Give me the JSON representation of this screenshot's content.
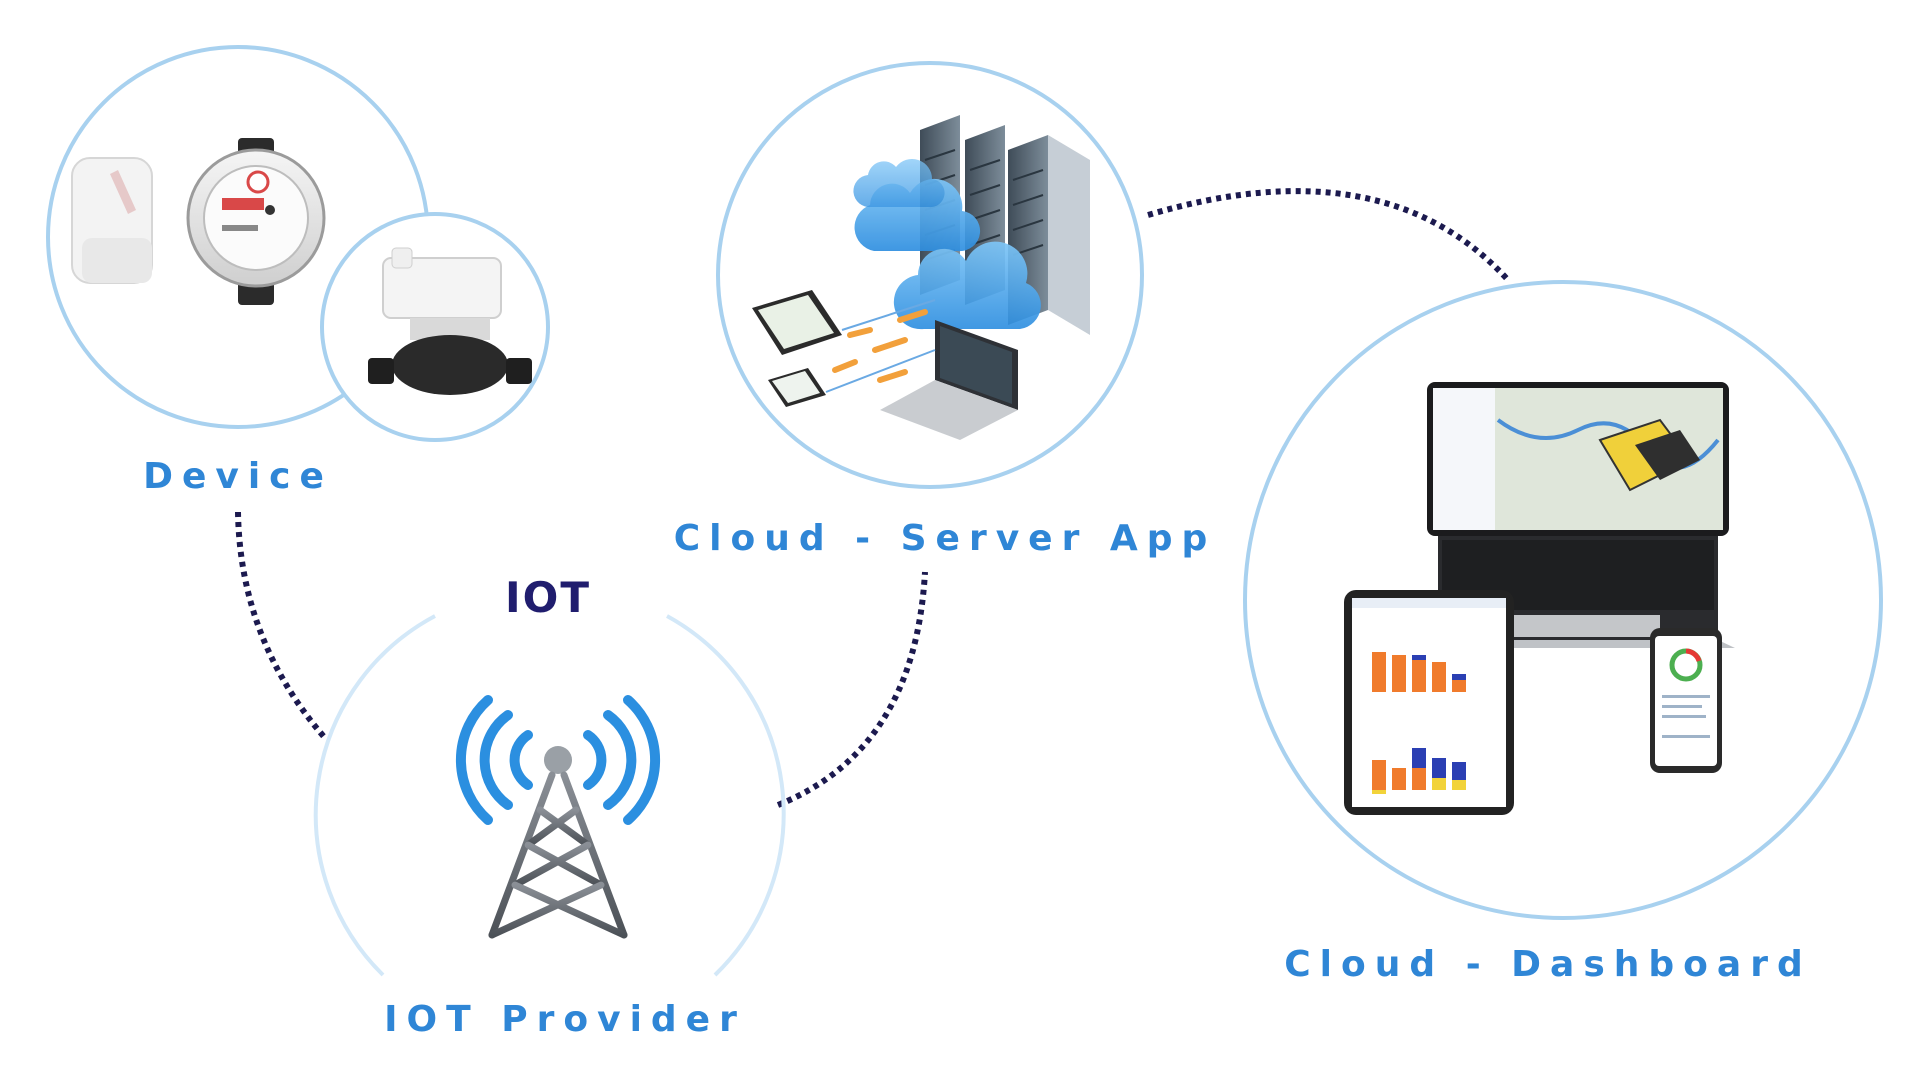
{
  "nodes": {
    "device": {
      "label": "Device"
    },
    "iot": {
      "title": "IOT",
      "label": "IOT Provider"
    },
    "server": {
      "label": "Cloud - Server App"
    },
    "dashboard": {
      "label": "Cloud - Dashboard"
    }
  },
  "colors": {
    "circle_stroke": "#a8d1ef",
    "circle_stroke_light": "#d3e8f8",
    "connector": "#1c1a4f",
    "label_blue": "#2f86d6",
    "iot_title": "#201d6e",
    "signal_blue": "#2b8fe0",
    "server_rack": "#5a6b7a",
    "cloud_blue": "#5eb2f0",
    "chart_orange": "#f07b2c",
    "chart_blue": "#2b3fb3",
    "chart_yellow": "#f2d33a"
  }
}
